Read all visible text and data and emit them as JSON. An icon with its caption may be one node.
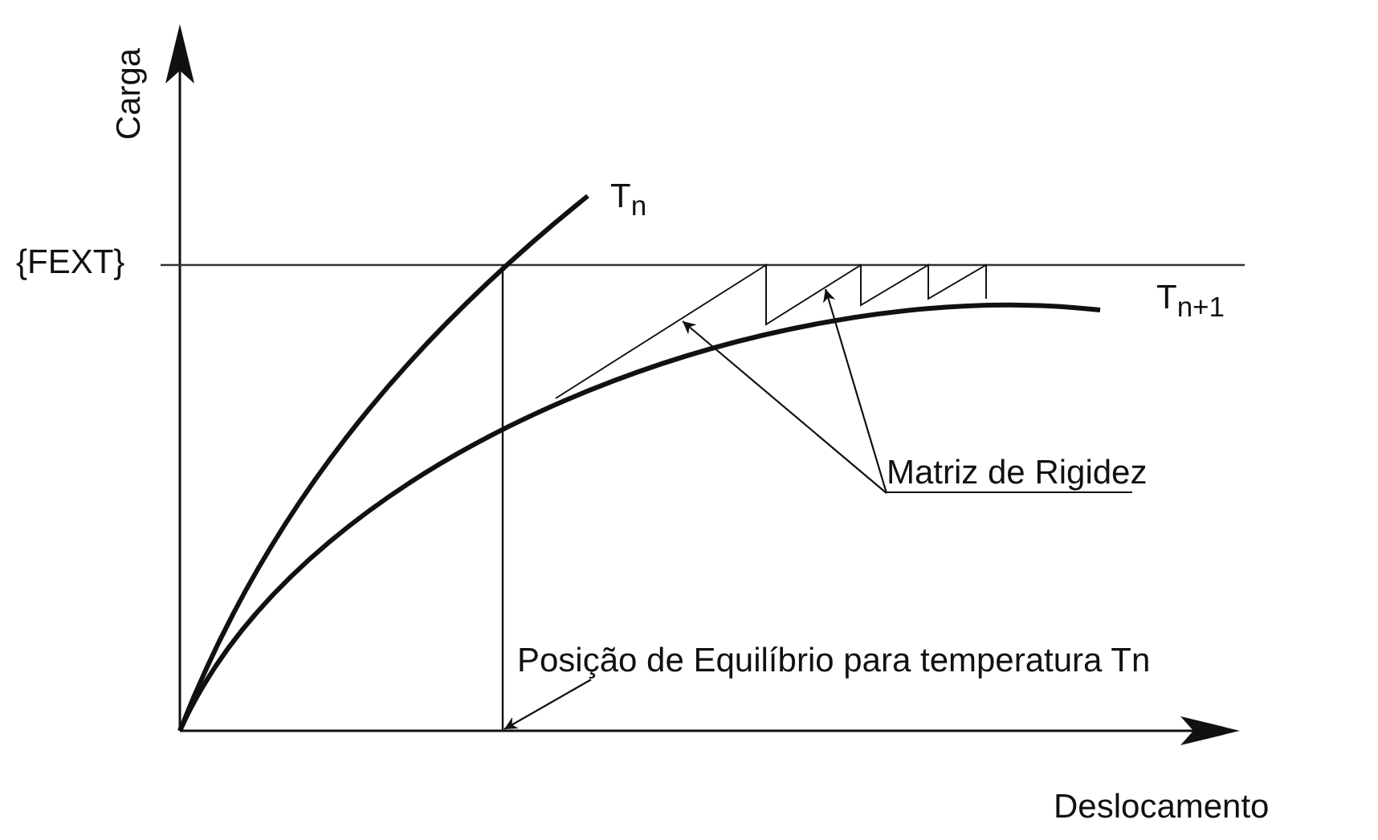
{
  "diagram": {
    "nodes": [
      {
        "text": [
          "Matriz de Rigidez"
        ]
      },
      {
        "text": [
          "Posição de Equilíbrio para temperatura Tn"
        ]
      }
    ],
    "edges": [
      {
        "from": 0,
        "to": null,
        "arrow": "to"
      },
      {
        "from": 0,
        "to": null,
        "arrow": "to"
      },
      {
        "from": 1,
        "to": null,
        "arrow": "to"
      }
    ],
    "labels": [
      "Carga",
      "{FEXT}",
      "T$_{n}$",
      "T$_{n+1}$",
      "Deslocamento"
    ]
  }
}
